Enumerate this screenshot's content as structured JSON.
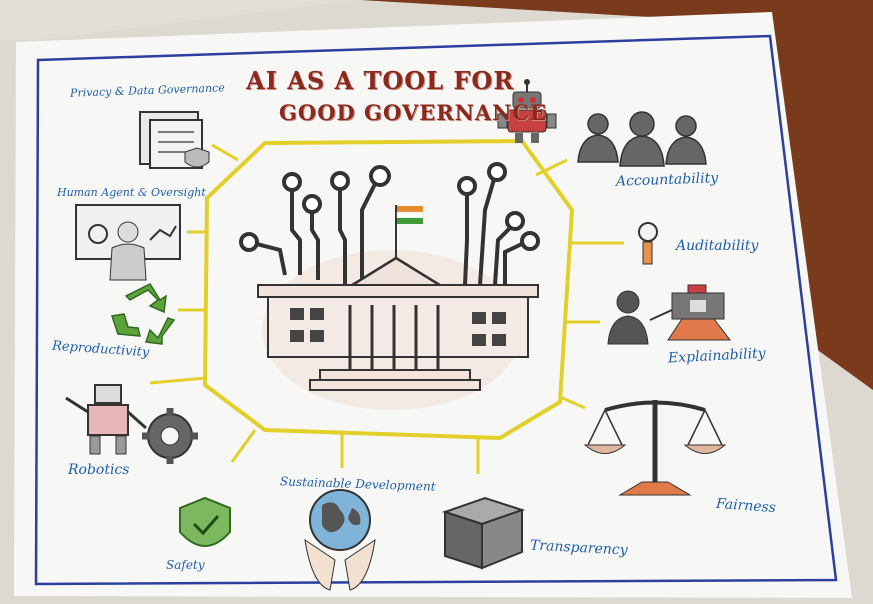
{
  "poster": {
    "title_line1": "AI AS A TOOL FOR",
    "title_line2": "GOOD GOVERNANCE",
    "colors": {
      "paper": "#f7f7f5",
      "border": "#2c3f9e",
      "connector": "#e3cf2a",
      "label_text": "#1f5fa8",
      "title_text": "#8a2a1e",
      "table_wood": "#7a3b1c"
    },
    "topics": [
      {
        "label": "Privacy & Data Governance",
        "icon": "document-shield-icon"
      },
      {
        "label": "Human Agent & Oversight",
        "icon": "presenter-screen-icon"
      },
      {
        "label": "Reproductivity",
        "icon": "recycle-arrows-icon"
      },
      {
        "label": "Robotics",
        "icon": "robot-gear-icon"
      },
      {
        "label": "Safety",
        "icon": "shield-check-icon"
      },
      {
        "label": "Sustainable Development",
        "icon": "globe-hands-icon"
      },
      {
        "label": "Transparency",
        "icon": "cube-icon"
      },
      {
        "label": "Fairness",
        "icon": "balance-scale-icon"
      },
      {
        "label": "Explainability",
        "icon": "person-projector-icon"
      },
      {
        "label": "Auditability",
        "icon": "magnifier-icon"
      },
      {
        "label": "Accountability",
        "icon": "people-group-icon"
      }
    ],
    "center_icon": "government-building-circuit-icon",
    "mascot_icon": "robot-icon"
  }
}
